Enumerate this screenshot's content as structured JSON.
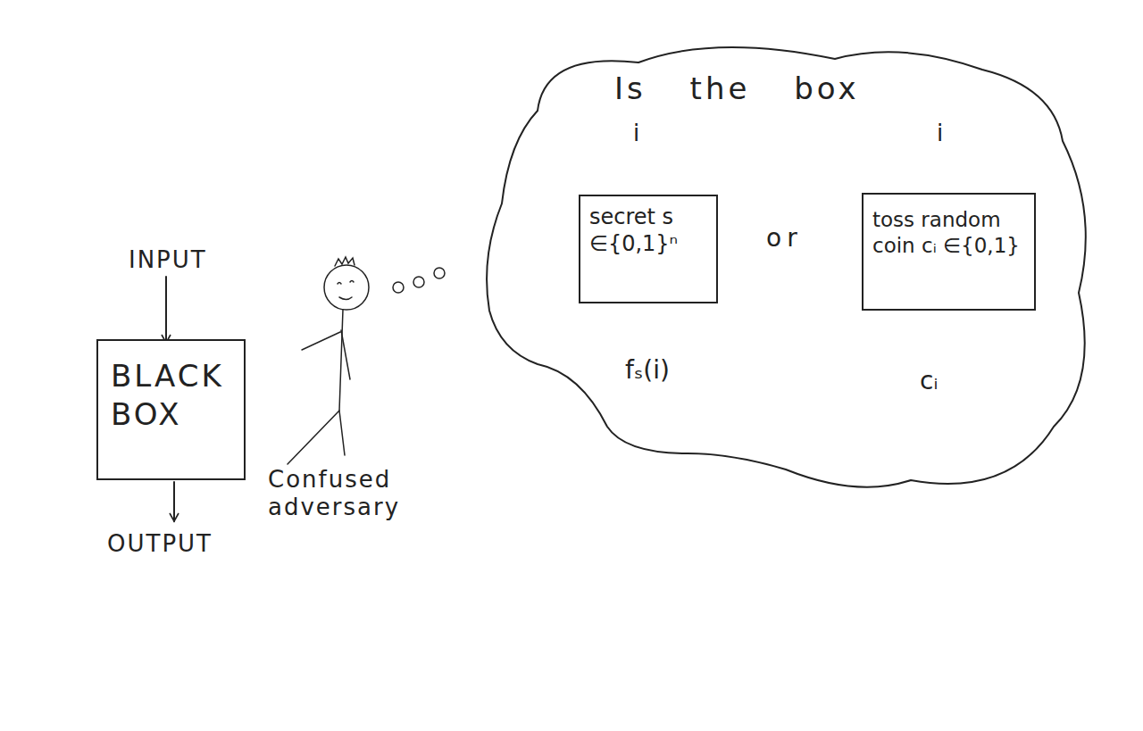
{
  "diagram": {
    "nodes": [
      {
        "text": [
          "BLACK BOX"
        ]
      },
      {
        "text": [
          "Is the box"
        ]
      },
      {
        "text": [
          "secret s ∈{0,1}ⁿ"
        ],
        "in": 1
      },
      {
        "text": [
          "toss random coin cᵢ ∈{0,1}"
        ],
        "in": 1
      }
    ],
    "labels": [
      "INPUT",
      "OUTPUT",
      "Confused adversary",
      "i",
      "i",
      "or",
      "fₛ(i)",
      "cᵢ"
    ]
  }
}
